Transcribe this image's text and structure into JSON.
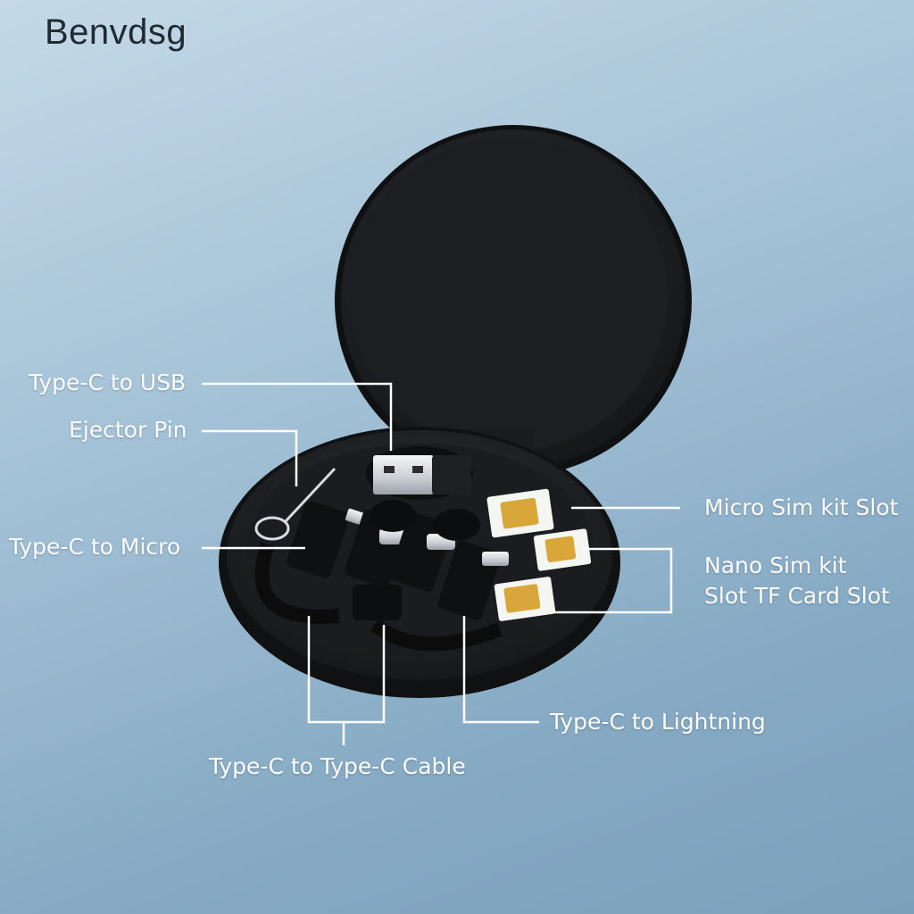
{
  "brand": "Benvdsg",
  "labels": {
    "type_c_to_usb": "Type-C to USB",
    "ejector_pin": "Ejector Pin",
    "type_c_to_micro": "Type-C to Micro",
    "micro_sim_kit_slot": "Micro Sim kit Slot",
    "nano_sim_line1": "Nano Sim kit",
    "nano_sim_line2": "Slot TF Card Slot",
    "type_c_to_lightning": "Type-C to Lightning",
    "type_c_to_type_c_cable": "Type-C to Type-C Cable"
  },
  "colors": {
    "case": "#232427",
    "sim_gold": "#d9a63a",
    "callout_line": "#ffffff"
  }
}
